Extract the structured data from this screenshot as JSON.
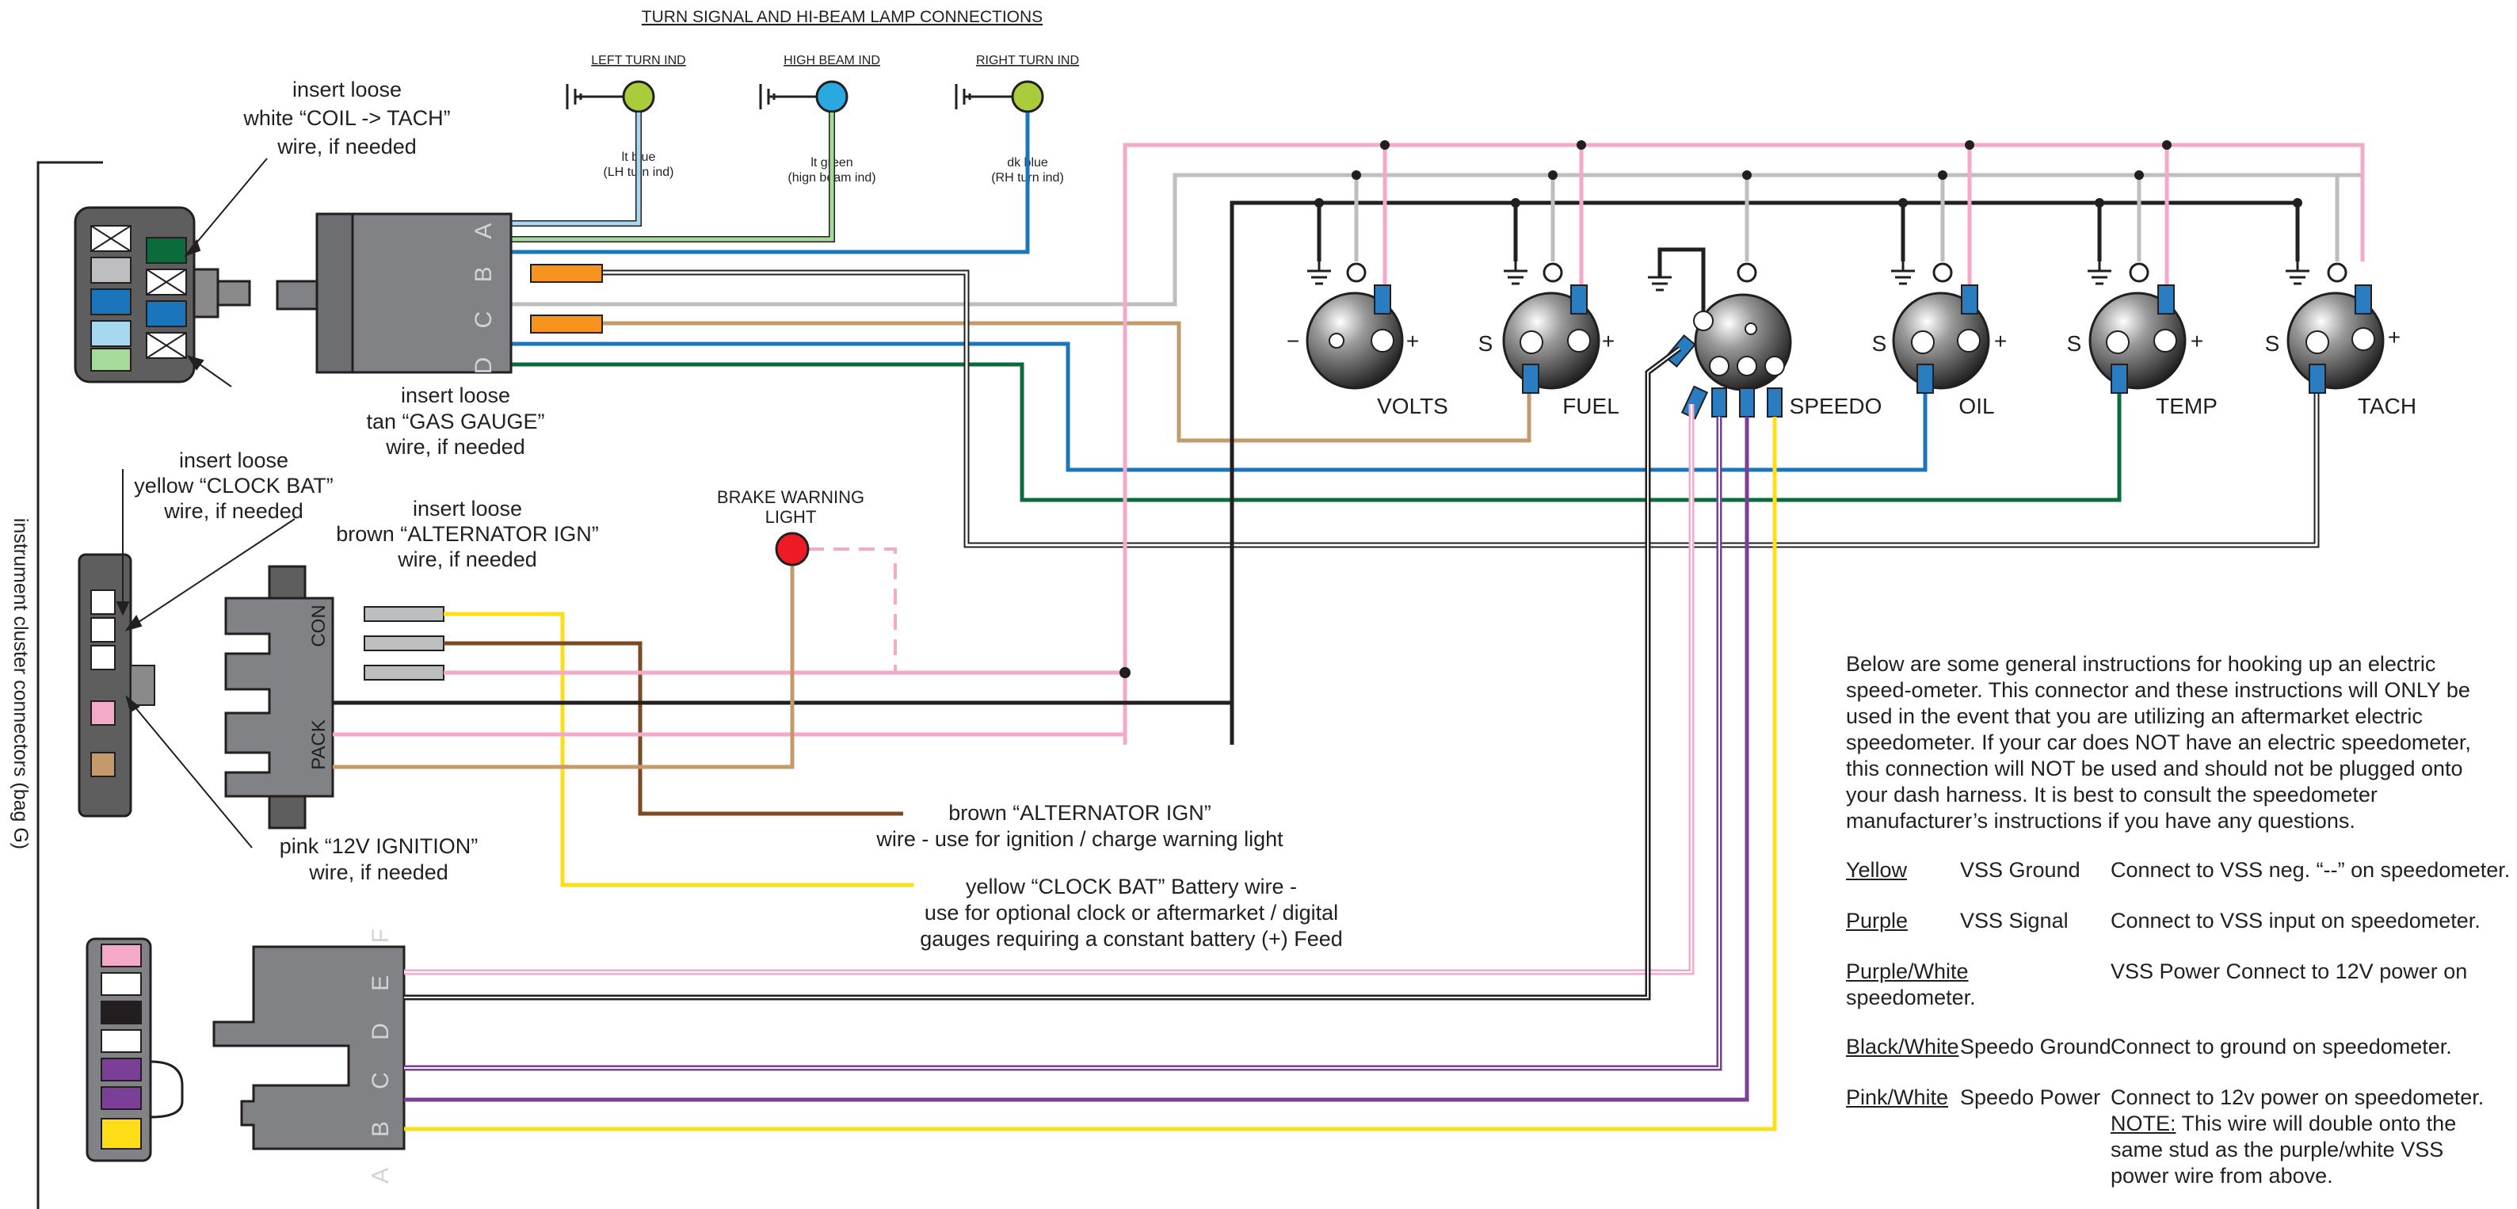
{
  "title": "TURN SIGNAL AND HI-BEAM LAMP CONNECTIONS",
  "indicators": [
    {
      "label": "LEFT TURN IND",
      "wire": "lt blue",
      "sub": "(LH turn ind)",
      "color": "#a9cd3a"
    },
    {
      "label": "HIGH BEAM IND",
      "wire": "lt green",
      "sub": "(hign beam ind)",
      "color": "#2aa8e0"
    },
    {
      "label": "RIGHT TURN IND",
      "wire": "dk blue",
      "sub": "(RH turn ind)",
      "color": "#a9cd3a"
    }
  ],
  "connector_g1_pins": "D C B A",
  "connector_g3_pins": "A B C D E F",
  "connector_g2_labels": {
    "top": "CON",
    "bottom": "PACK"
  },
  "side_label": "instrument cluster connectors (bag G)",
  "notes": {
    "coil": [
      "insert loose",
      "white “COIL -> TACH”",
      "wire, if needed"
    ],
    "gas": [
      "insert loose",
      "tan “GAS GAUGE”",
      "wire, if needed"
    ],
    "clock": [
      "insert loose",
      "yellow “CLOCK BAT”",
      "wire, if needed"
    ],
    "alt": [
      "insert loose",
      "brown “ALTERNATOR IGN”",
      "wire, if needed"
    ],
    "ign": [
      "pink “12V IGNITION”",
      "wire, if needed"
    ],
    "brake": [
      "BRAKE WARNING",
      "LIGHT"
    ],
    "brown": [
      "brown “ALTERNATOR IGN”",
      "wire - use for ignition / charge warning light"
    ],
    "yellow": [
      "yellow “CLOCK BAT” Battery wire -",
      "use for optional clock or aftermarket / digital",
      "gauges requiring a constant battery (+) Feed"
    ]
  },
  "gauges": [
    {
      "name": "VOLTS",
      "left": "−",
      "right": "+"
    },
    {
      "name": "FUEL",
      "left": "S",
      "right": "+"
    },
    {
      "name": "SPEEDO",
      "left": "",
      "right": ""
    },
    {
      "name": "OIL",
      "left": "S",
      "right": "+"
    },
    {
      "name": "TEMP",
      "left": "S",
      "right": "+"
    },
    {
      "name": "TACH",
      "left": "S",
      "right": "+"
    }
  ],
  "instructions": "Below are some general instructions for hooking up an electric speed-ometer. This connector and these instructions will ONLY be used in the event that you are utilizing an aftermarket electric speedometer. If your car does NOT have an electric speedometer, this connection will NOT be used and should not be plugged onto your dash harness. It is best to consult the speedometer manufacturer’s instructions if you have any questions.",
  "wire_table": [
    {
      "color": "Yellow",
      "name": "VSS Ground",
      "desc": "Connect to VSS neg. “--” on speedometer."
    },
    {
      "color": "Purple",
      "name": "VSS Signal",
      "desc": "Connect to VSS input on speedometer."
    },
    {
      "color": "Purple/White",
      "name": "",
      "desc": "VSS Power Connect to 12V power on",
      "desc2": "speedometer."
    },
    {
      "color": "Black/White",
      "name": "Speedo Ground",
      "desc": "Connect to ground on speedometer."
    },
    {
      "color": "Pink/White",
      "name": "Speedo Power",
      "desc": "Connect to 12v power on speedometer.",
      "note_label": "NOTE:",
      "note": " This wire will double onto the same stud as the purple/white VSS power wire from above."
    }
  ],
  "colors": {
    "pink": "#f4a9c8",
    "grey": "#bcbec0",
    "black": "#231f20",
    "blue": "#1a75bb",
    "green": "#0b6b3a",
    "tan": "#c49a6c",
    "brown": "#7b4a24",
    "yellow": "#ffde17",
    "purple": "#7b3f98",
    "terminal": "#2a7dc1",
    "orange": "#f7941d"
  }
}
